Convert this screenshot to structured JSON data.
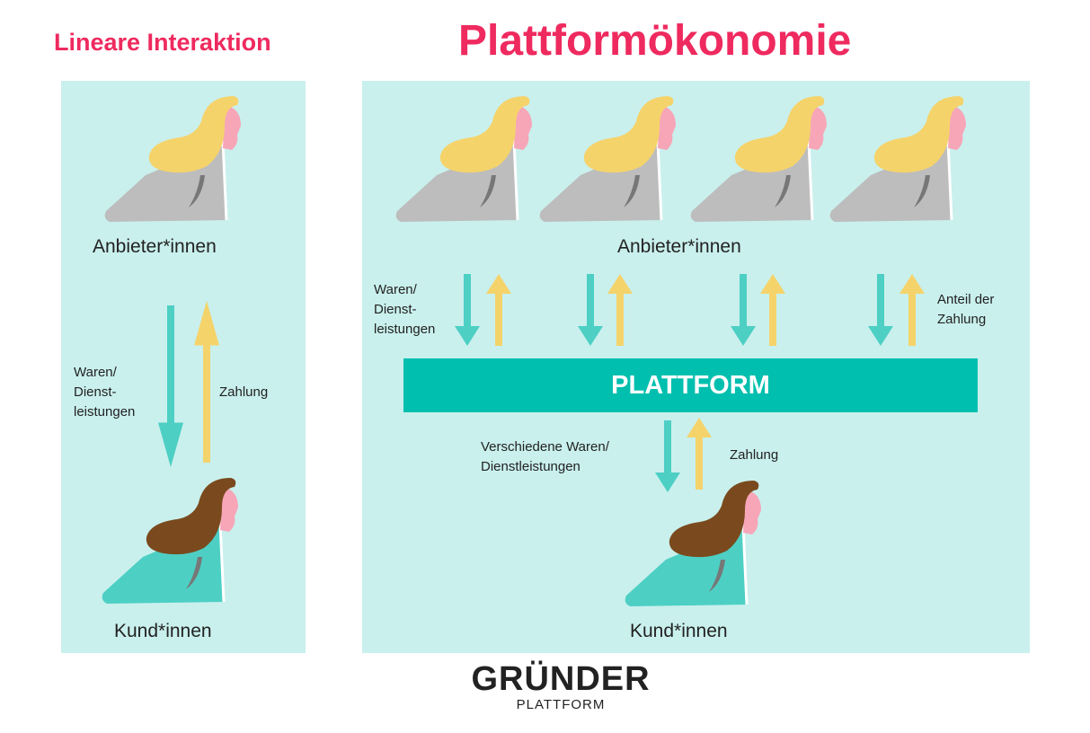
{
  "left": {
    "title": "Lineare Interaktion",
    "provider_label": "Anbieter*innen",
    "customer_label": "Kund*innen",
    "goods_label_lines": [
      "Waren/",
      "Dienst-",
      "leistungen"
    ],
    "payment_label": "Zahlung"
  },
  "right": {
    "title": "Plattformökonomie",
    "provider_label": "Anbieter*innen",
    "goods_label_lines": [
      "Waren/",
      "Dienst-",
      "leistungen"
    ],
    "share_label_lines": [
      "Anteil der",
      "Zahlung"
    ],
    "platform_label": "PLATTFORM",
    "various_goods_lines": [
      "Verschiedene Waren/",
      "Dienstleistungen"
    ],
    "payment_label": "Zahlung",
    "customer_label": "Kund*innen"
  },
  "logo": {
    "brand": "GRÜNDER",
    "sub": "PLATTFORM"
  },
  "colors": {
    "title": "#ee2a5f",
    "panel": "#c9f0ed",
    "platform": "#00bfae",
    "teal_arrow": "#4dcfc4",
    "yellow_arrow": "#f5d36b"
  }
}
